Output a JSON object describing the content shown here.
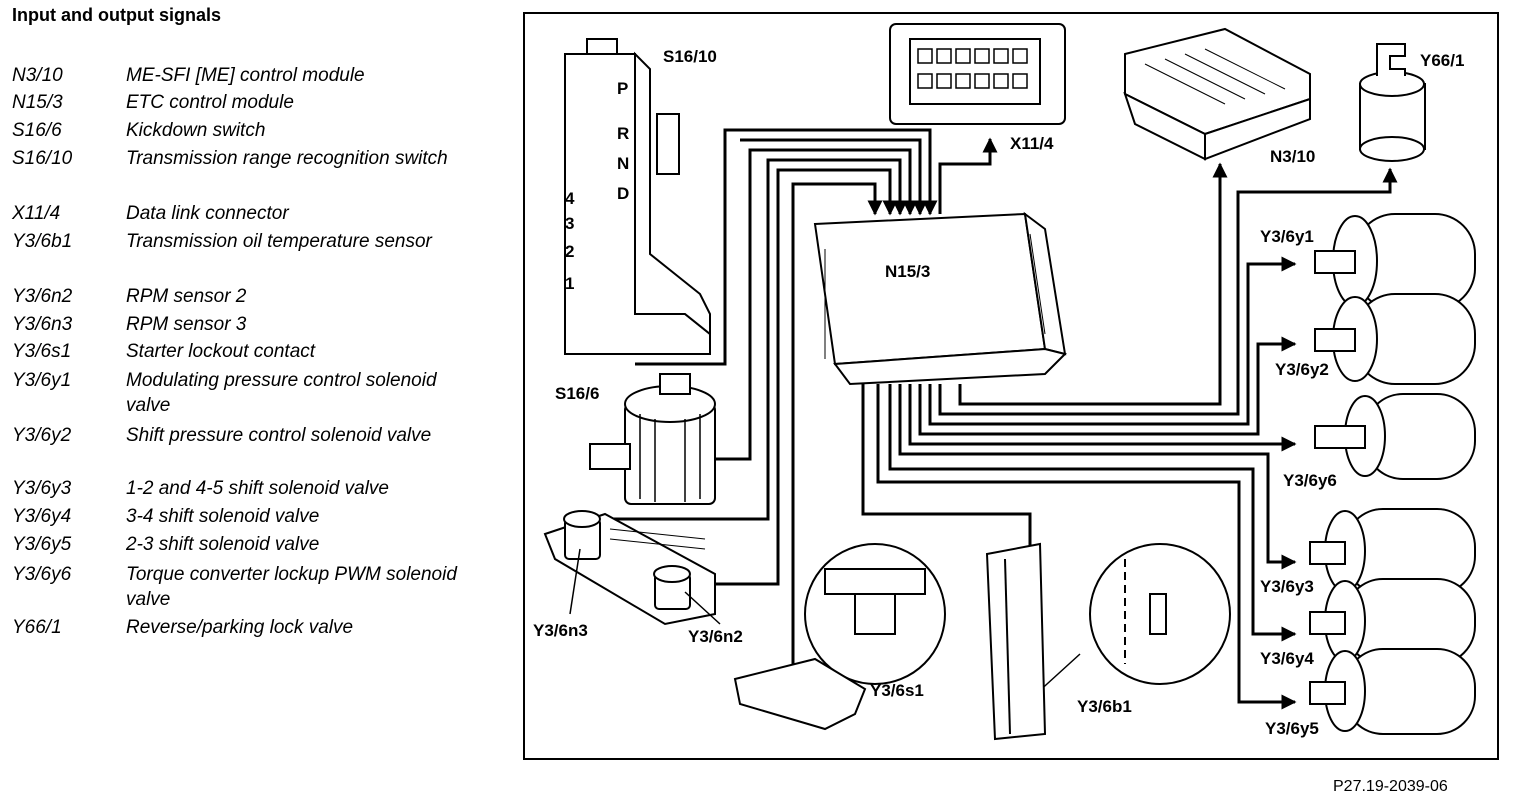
{
  "heading": "Input and output signals",
  "legend": [
    {
      "code": "N3/10",
      "desc": "ME-SFI [ME] control module"
    },
    {
      "code": "N15/3",
      "desc": "ETC control module"
    },
    {
      "code": "S16/6",
      "desc": "Kickdown switch"
    },
    {
      "code": "S16/10",
      "desc": "Transmission range recognition switch"
    },
    {
      "code": "X11/4",
      "desc": "Data link connector"
    },
    {
      "code": "Y3/6b1",
      "desc": "Transmission oil temperature sensor"
    },
    {
      "code": "Y3/6n2",
      "desc": "RPM sensor 2"
    },
    {
      "code": "Y3/6n3",
      "desc": "RPM sensor 3"
    },
    {
      "code": "Y3/6s1",
      "desc": "Starter lockout contact"
    },
    {
      "code": "Y3/6y1",
      "desc": "Modulating pressure control solenoid valve"
    },
    {
      "code": "Y3/6y2",
      "desc": "Shift pressure control solenoid valve"
    },
    {
      "code": "Y3/6y3",
      "desc": "1-2 and 4-5 shift solenoid valve"
    },
    {
      "code": "Y3/6y4",
      "desc": "3-4 shift solenoid valve"
    },
    {
      "code": "Y3/6y5",
      "desc": "2-3 shift solenoid valve"
    },
    {
      "code": "Y3/6y6",
      "desc": "Torque converter lockup PWM solenoid valve"
    },
    {
      "code": "Y66/1",
      "desc": "Reverse/parking lock valve"
    }
  ],
  "diagram": {
    "labels": {
      "s16_10": "S16/10",
      "x11_4": "X11/4",
      "n3_10": "N3/10",
      "y66_1": "Y66/1",
      "n15_3": "N15/3",
      "s16_6": "S16/6",
      "y3_6y1": "Y3/6y1",
      "y3_6y2": "Y3/6y2",
      "y3_6y6": "Y3/6y6",
      "y3_6y3": "Y3/6y3",
      "y3_6y4": "Y3/6y4",
      "y3_6y5": "Y3/6y5",
      "y3_6n3": "Y3/6n3",
      "y3_6n2": "Y3/6n2",
      "y3_6s1": "Y3/6s1",
      "y3_6b1": "Y3/6b1"
    },
    "selector_letters": [
      "P",
      "R",
      "N",
      "D",
      "4",
      "3",
      "2",
      "1"
    ]
  },
  "reference": "P27.19-2039-06"
}
